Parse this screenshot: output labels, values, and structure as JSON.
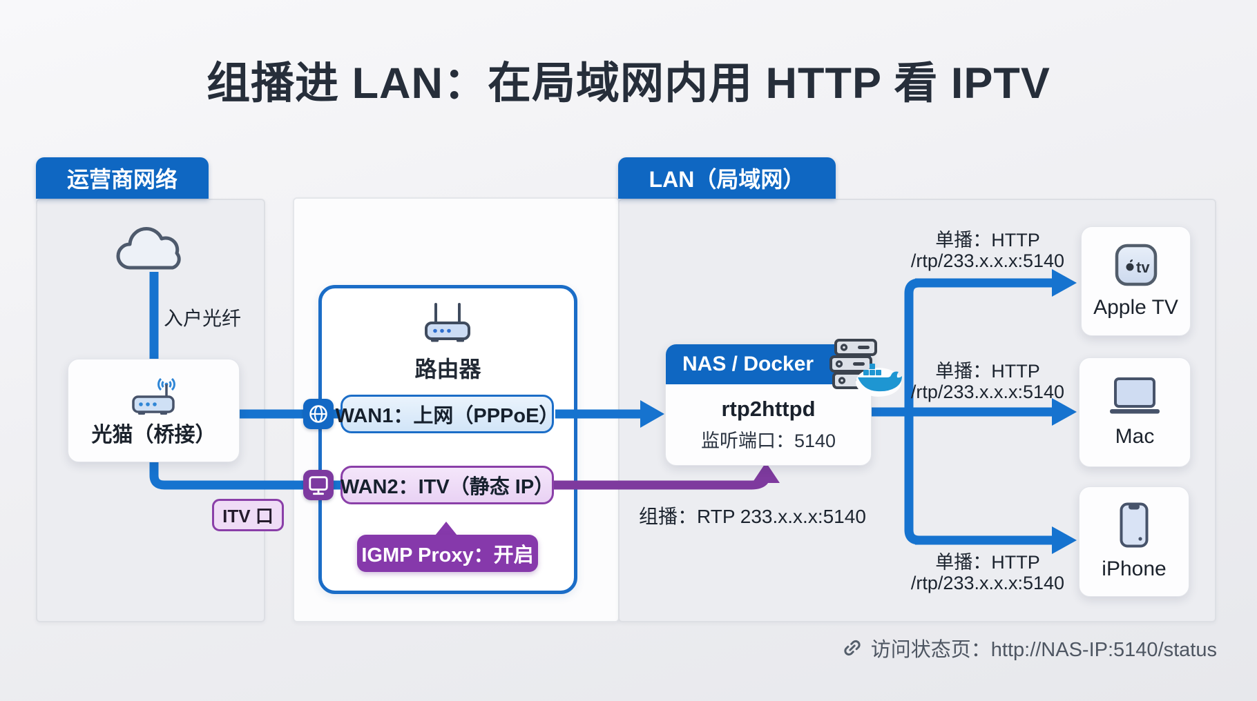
{
  "title": "组播进 LAN：在局域网内用 HTTP 看 IPTV",
  "colors": {
    "primary_blue": "#0f67c2",
    "line_blue": "#1673cf",
    "chip_blue_border": "#1b6dc7",
    "purple": "#8639ab",
    "line_purple": "#7e3a9e",
    "chip_purple_border": "#8a3fa8",
    "docker_blue": "#1e96d2"
  },
  "isp_panel": {
    "tab": "运营商网络",
    "fiber_label": "入户光纤",
    "modem_label": "光猫（桥接）"
  },
  "router_panel": {
    "router_label": "路由器",
    "wan1_chip": "WAN1：上网（PPPoE）",
    "wan2_chip": "WAN2：ITV（静态 IP）",
    "itv_port_badge": "ITV 口",
    "igmp_badge": "IGMP Proxy：开启"
  },
  "lan_panel": {
    "tab": "LAN（局域网）",
    "nas": {
      "header": "NAS / Docker",
      "service": "rtp2httpd",
      "port": "监听端口：5140"
    },
    "multicast_label": "组播：RTP 233.x.x.x:5140",
    "devices": [
      {
        "name": "Apple TV",
        "icon_text": "tv",
        "unicast_line1": "单播：HTTP",
        "unicast_line2": "/rtp/233.x.x.x:5140"
      },
      {
        "name": "Mac",
        "unicast_line1": "单播：HTTP",
        "unicast_line2": "/rtp/233.x.x.x:5140"
      },
      {
        "name": "iPhone",
        "unicast_line1": "单播：HTTP",
        "unicast_line2": "/rtp/233.x.x.x:5140"
      }
    ]
  },
  "status_bar": {
    "text": "访问状态页：http://NAS-IP:5140/status"
  }
}
